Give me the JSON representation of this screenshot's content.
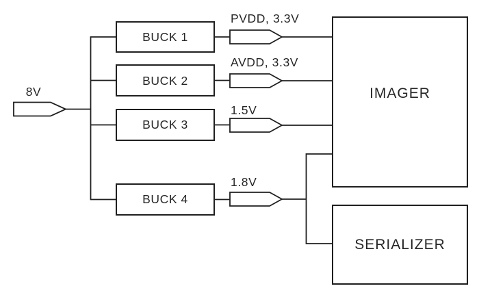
{
  "colors": {
    "line": "#1f1f1f",
    "text": "#262626",
    "background": "#ffffff"
  },
  "input_rail": {
    "label": "8V"
  },
  "converters": [
    {
      "label": "BUCK 1"
    },
    {
      "label": "BUCK 2"
    },
    {
      "label": "BUCK 3"
    },
    {
      "label": "BUCK 4"
    }
  ],
  "output_rails": [
    {
      "label": "PVDD, 3.3V"
    },
    {
      "label": "AVDD, 3.3V"
    },
    {
      "label": "1.5V"
    },
    {
      "label": "1.8V"
    }
  ],
  "loads": [
    {
      "label": "IMAGER"
    },
    {
      "label": "SERIALIZER"
    }
  ]
}
